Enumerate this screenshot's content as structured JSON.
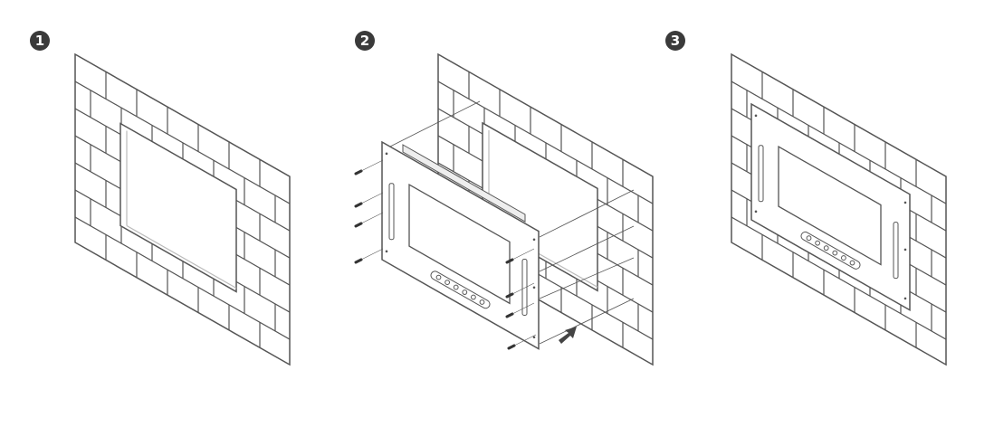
{
  "steps": [
    {
      "number": "1"
    },
    {
      "number": "2"
    },
    {
      "number": "3"
    }
  ],
  "colors": {
    "line": "#555555",
    "light": "#bbbbbb",
    "badge": "#3a3a3a"
  }
}
